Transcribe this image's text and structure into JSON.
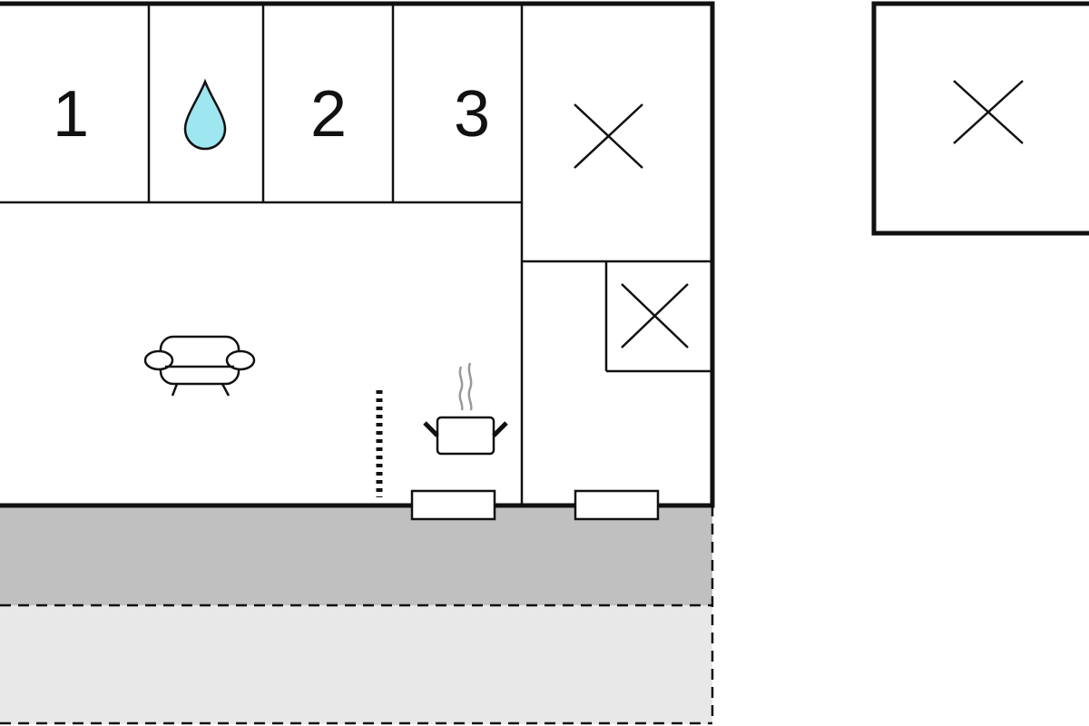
{
  "floorplan": {
    "rooms": [
      {
        "id": "bedroom-1",
        "label": "1"
      },
      {
        "id": "bathroom",
        "icon": "water-drop-icon"
      },
      {
        "id": "bedroom-2",
        "label": "2"
      },
      {
        "id": "bedroom-3",
        "label": "3"
      },
      {
        "id": "unlabeled-room-top-right",
        "icon": "cross-mark-icon"
      },
      {
        "id": "small-room",
        "icon": "cross-mark-icon"
      },
      {
        "id": "living-room",
        "icon": "sofa-icon"
      },
      {
        "id": "kitchen",
        "icon": "cooking-pot-icon"
      },
      {
        "id": "outbuilding",
        "icon": "cross-mark-icon"
      }
    ],
    "outdoor_areas": [
      "terrace",
      "outdoor-area"
    ],
    "colors": {
      "wall": "#111111",
      "water_drop": "#9ee6f0",
      "terrace": "#c0c0c0",
      "outdoor": "#e8e8e8",
      "steam": "#999999"
    }
  }
}
